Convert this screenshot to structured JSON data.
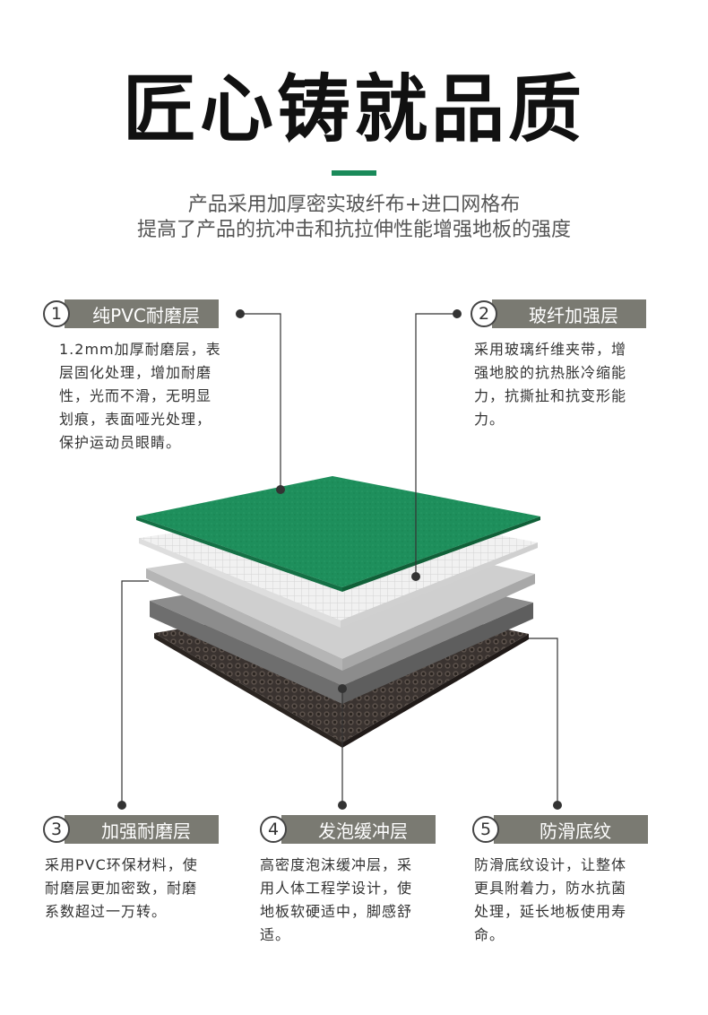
{
  "title": "匠心铸就品质",
  "subtitle_lines": [
    "产品采用加厚密实玻纤布+进口网格布",
    "提高了产品的抗冲击和抗拉伸性能增强地板的强度"
  ],
  "colors": {
    "accent": "#1a8a5a",
    "tag_bg": "#7a7a72",
    "top_layer": "#1e8f5c"
  },
  "layers": [
    {
      "num": "1",
      "name": "纯PVC耐磨层",
      "desc": [
        "1.2mm加厚耐磨层，表",
        "层固化处理，增加耐磨",
        "性，光而不滑，无明显",
        "划痕，表面哑光处理，",
        "保护运动员眼睛。"
      ]
    },
    {
      "num": "2",
      "name": "玻纤加强层",
      "desc": [
        "采用玻璃纤维夹带，增",
        "强地胶的抗热胀冷缩能",
        "力，抗撕扯和抗变形能",
        "力。"
      ]
    },
    {
      "num": "3",
      "name": "加强耐磨层",
      "desc": [
        "采用PVC环保材料，使",
        "耐磨层更加密致，耐磨",
        "系数超过一万转。"
      ]
    },
    {
      "num": "4",
      "name": "发泡缓冲层",
      "desc": [
        "高密度泡沫缓冲层，采",
        "用人体工程学设计，使",
        "地板软硬适中，脚感舒",
        "适。"
      ]
    },
    {
      "num": "5",
      "name": "防滑底纹",
      "desc": [
        "防滑底纹设计，让整体",
        "更具附着力，防水抗菌",
        "处理，延长地板使用寿",
        "命。"
      ]
    }
  ]
}
